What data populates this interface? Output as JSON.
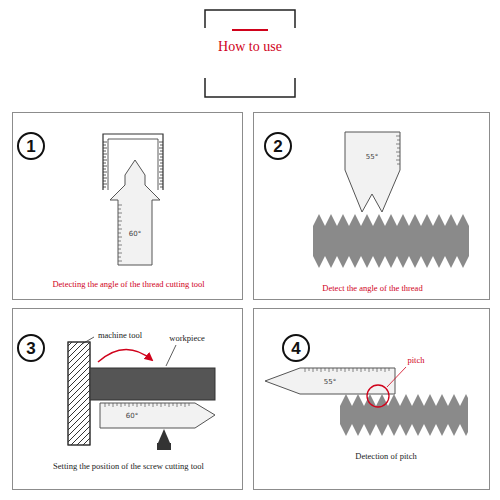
{
  "diagram": {
    "title": "How to use",
    "nodes": [
      {
        "text": [
          "Detecting the angle of the thread cutting tool"
        ]
      },
      {
        "text": [
          "1"
        ],
        "in": 0
      },
      {
        "text": [
          "Detect the angle of the thread"
        ]
      },
      {
        "text": [
          "2"
        ],
        "in": 2
      },
      {
        "text": [
          "Setting the position of the screw cutting tool"
        ]
      },
      {
        "text": [
          "3"
        ],
        "in": 4
      },
      {
        "text": [
          "Detection of pitch"
        ]
      },
      {
        "text": [
          "4"
        ],
        "in": 6
      }
    ],
    "labels": [
      "machine tool",
      "workpiece",
      "pitch",
      "60°",
      "55°",
      "60°",
      "55°"
    ]
  }
}
